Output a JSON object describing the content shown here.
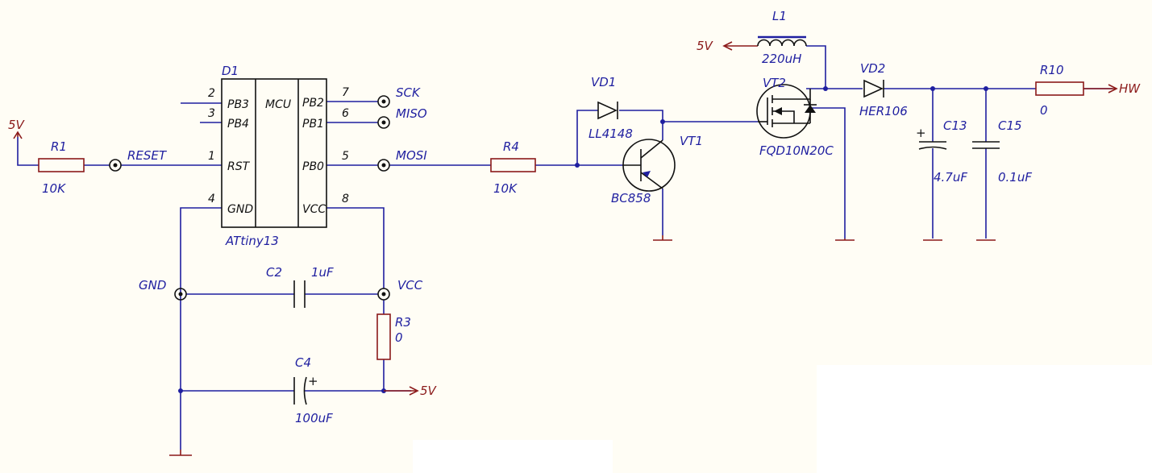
{
  "colors": {
    "wire": "#1f1fa0",
    "component": "#8b1a1a",
    "body": "#111111",
    "background": "#fffdf5"
  },
  "power": {
    "top_5v": "5V",
    "left_5v": "5V",
    "bottom_5v": "5V",
    "hw": "HW"
  },
  "mcu": {
    "ref": "D1",
    "part": "ATtiny13",
    "core": "MCU",
    "pins_left": [
      {
        "num": "2",
        "name": "PB3"
      },
      {
        "num": "3",
        "name": "PB4"
      },
      {
        "num": "1",
        "name": "RST"
      },
      {
        "num": "4",
        "name": "GND"
      }
    ],
    "pins_right": [
      {
        "num": "7",
        "name": "PB2"
      },
      {
        "num": "6",
        "name": "PB1"
      },
      {
        "num": "5",
        "name": "PB0"
      },
      {
        "num": "8",
        "name": "VCC"
      }
    ]
  },
  "nets": {
    "reset": "RESET",
    "sck": "SCK",
    "miso": "MISO",
    "mosi": "MOSI",
    "gnd": "GND",
    "vcc": "VCC"
  },
  "components": {
    "r1": {
      "ref": "R1",
      "value": "10K"
    },
    "r3": {
      "ref": "R3",
      "value": "0"
    },
    "r4": {
      "ref": "R4",
      "value": "10K"
    },
    "r10": {
      "ref": "R10",
      "value": "0"
    },
    "c2": {
      "ref": "C2",
      "value": "1uF"
    },
    "c4": {
      "ref": "C4",
      "value": "100uF"
    },
    "c13": {
      "ref": "C13",
      "value": "4.7uF"
    },
    "c15": {
      "ref": "C15",
      "value": "0.1uF"
    },
    "vd1": {
      "ref": "VD1",
      "value": "LL4148"
    },
    "vd2": {
      "ref": "VD2",
      "value": "HER106"
    },
    "vt1": {
      "ref": "VT1",
      "value": "BC858"
    },
    "vt2": {
      "ref": "VT2",
      "value": "FQD10N20C"
    },
    "l1": {
      "ref": "L1",
      "value": "220uH"
    }
  },
  "polarity": {
    "plus": "+"
  }
}
